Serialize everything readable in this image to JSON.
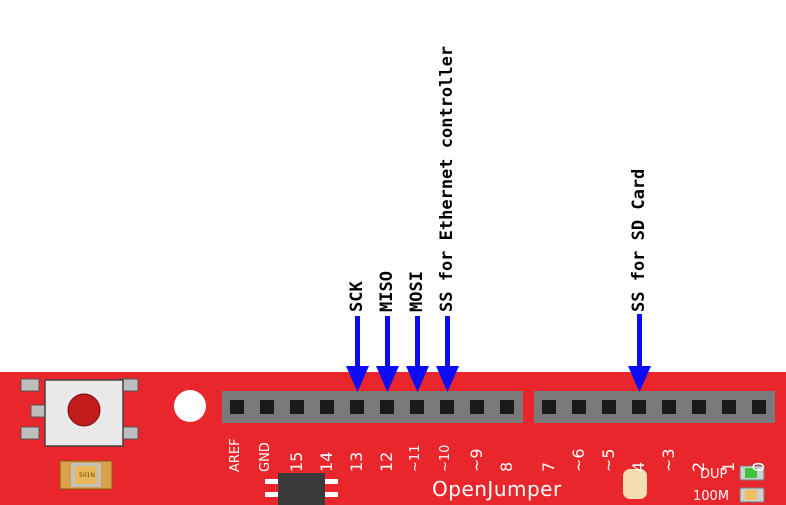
{
  "callouts": {
    "sck": "SCK",
    "miso": "MISO",
    "mosi": "MOSI",
    "ss_ethernet": "SS for Ethernet controller",
    "ss_sd": "SS for SD Card"
  },
  "pins_left": [
    "AREF",
    "GND",
    "15",
    "14",
    "13",
    "12",
    "~11",
    "~10",
    "~9",
    "8"
  ],
  "pins_right": [
    "7",
    "~6",
    "~5",
    "4",
    "~3",
    "2",
    "1",
    "0"
  ],
  "board": {
    "brand": "OpenJumper",
    "led_dup": "DUP",
    "led_100m": "100M",
    "chip_marking": "501N"
  },
  "colors": {
    "board": "#e8262b",
    "header": "#7a7a7a",
    "pin": "#1a1a1a",
    "arrow": "#0b0bf5"
  }
}
